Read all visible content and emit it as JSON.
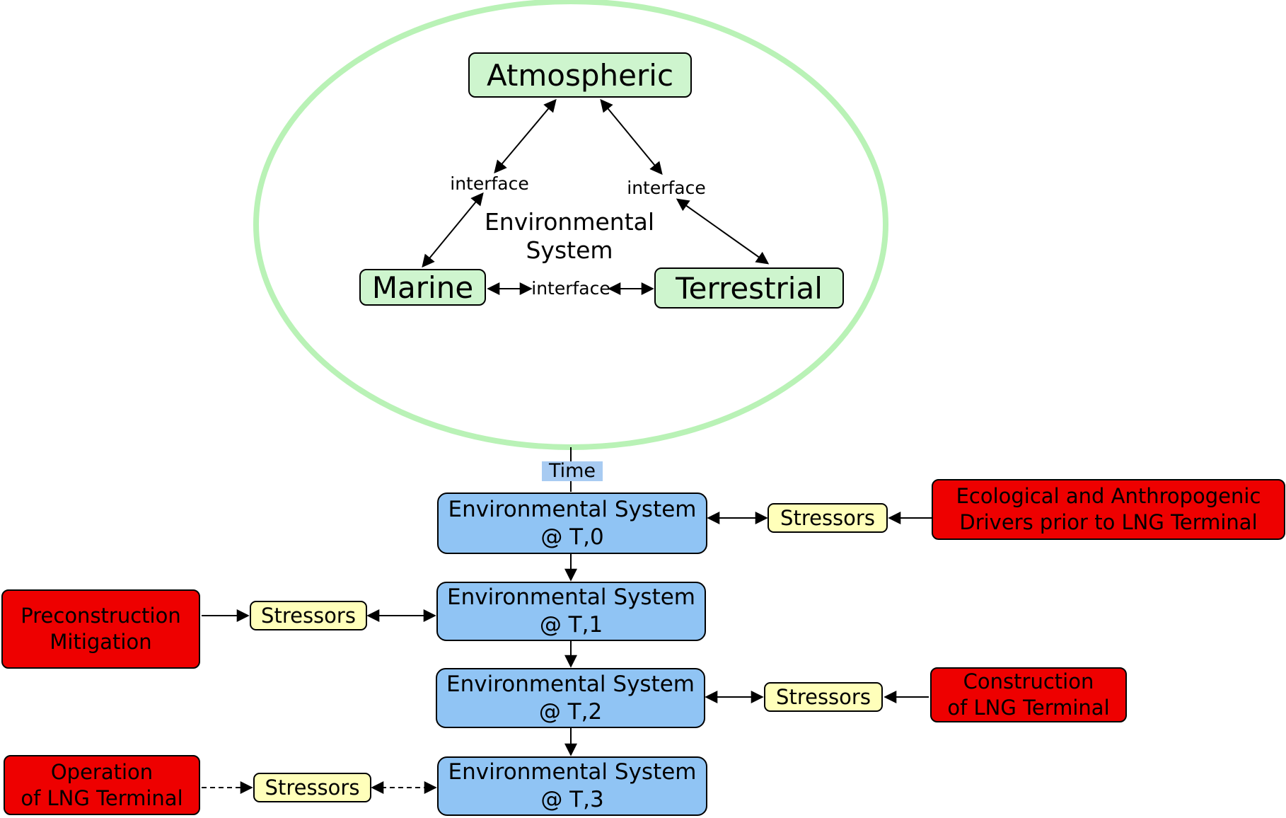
{
  "colors": {
    "ellipse_stroke": "#b9f2b6",
    "node_green": "#cef5ce",
    "node_blue": "#90c4f4",
    "time_highlight": "#a8cbf2",
    "stressor_yellow": "#ffffba",
    "driver_red": "#ee0000",
    "border": "#000000",
    "background": "#ffffff"
  },
  "system": {
    "title_line1": "Environmental",
    "title_line2": "System",
    "nodes": {
      "atmospheric": {
        "label": "Atmospheric"
      },
      "marine": {
        "label": "Marine"
      },
      "terrestrial": {
        "label": "Terrestrial"
      }
    },
    "interfaces": {
      "atmospheric_marine": {
        "label": "interface"
      },
      "atmospheric_terrestrial": {
        "label": "interface"
      },
      "marine_terrestrial": {
        "label": "interface"
      }
    }
  },
  "timeline": {
    "time_label": "Time",
    "rows": [
      {
        "state_line1": "Environmental System",
        "state_line2": "@ T,0",
        "stressor_label": "Stressors",
        "driver_line1": "Ecological and Anthropogenic",
        "driver_line2": "Drivers prior to LNG Terminal",
        "driver_side": "right",
        "link_style": "solid"
      },
      {
        "state_line1": "Environmental System",
        "state_line2": "@ T,1",
        "stressor_label": "Stressors",
        "driver_line1": "Preconstruction",
        "driver_line2": "Mitigation",
        "driver_side": "left",
        "link_style": "solid"
      },
      {
        "state_line1": "Environmental System",
        "state_line2": "@ T,2",
        "stressor_label": "Stressors",
        "driver_line1": "Construction",
        "driver_line2": "of LNG Terminal",
        "driver_side": "right",
        "link_style": "solid"
      },
      {
        "state_line1": "Environmental System",
        "state_line2": "@ T,3",
        "stressor_label": "Stressors",
        "driver_line1": "Operation",
        "driver_line2": "of LNG Terminal",
        "driver_side": "left",
        "link_style": "dashed"
      }
    ]
  }
}
